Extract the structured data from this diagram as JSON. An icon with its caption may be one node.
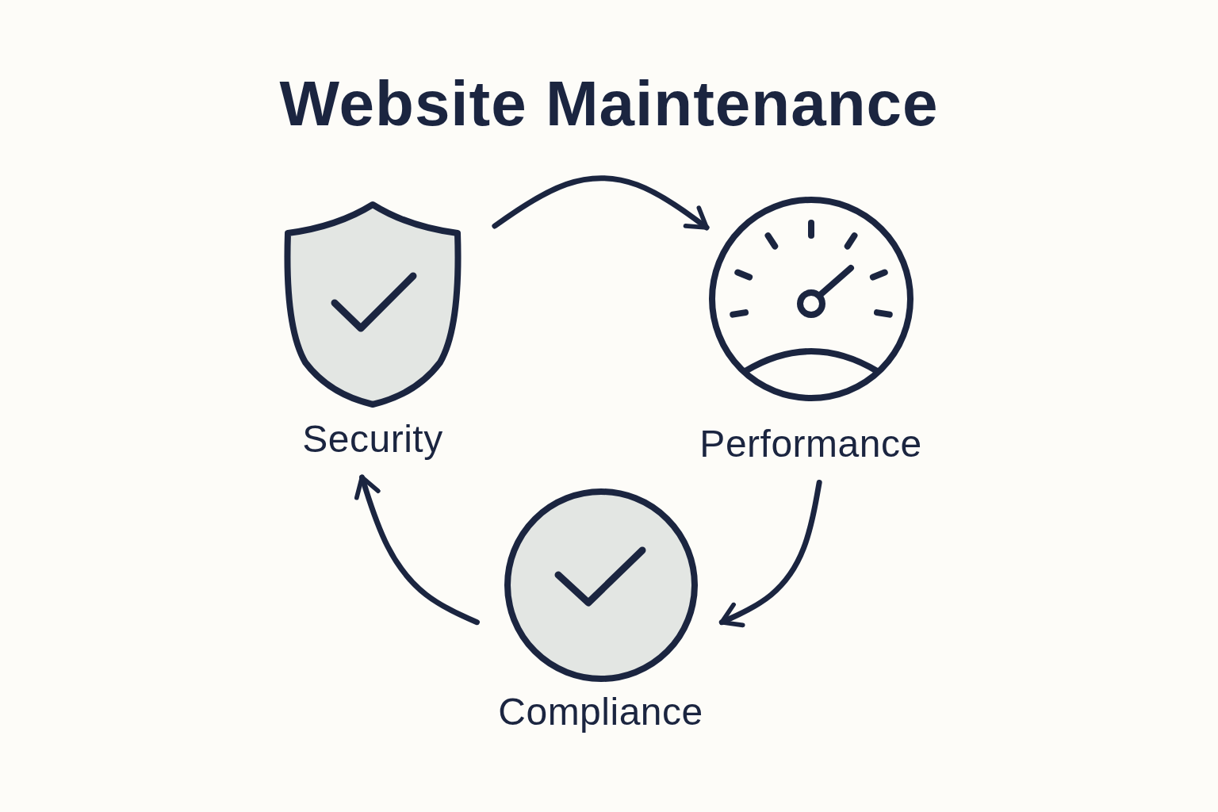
{
  "diagram": {
    "title": "Website Maintenance",
    "nodes": [
      {
        "text": [
          "Security"
        ]
      },
      {
        "text": [
          "Performance"
        ]
      },
      {
        "text": [
          "Compliance"
        ]
      }
    ],
    "edges": [
      {
        "from": 0,
        "to": 1,
        "arrow": "to"
      },
      {
        "from": 1,
        "to": 2,
        "arrow": "to"
      },
      {
        "from": 2,
        "to": 0,
        "arrow": "to"
      }
    ]
  }
}
